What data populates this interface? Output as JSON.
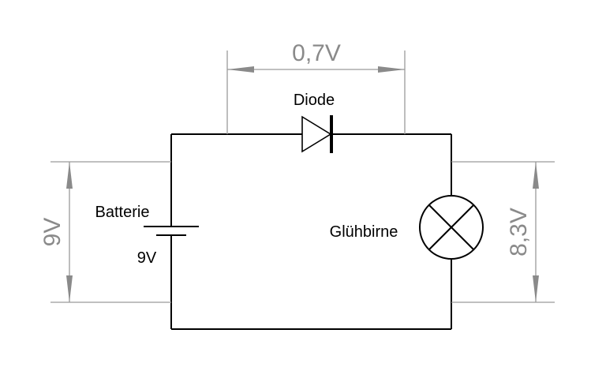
{
  "diagram": {
    "dimension_top": "0,7V",
    "dimension_left": "9V",
    "dimension_right": "8,3V",
    "diode_label": "Diode",
    "battery_label": "Batterie",
    "battery_voltage": "9V",
    "lamp_label": "Glühbirne"
  },
  "colors": {
    "wire": "#000000",
    "dimension": "#8a8a8a"
  }
}
